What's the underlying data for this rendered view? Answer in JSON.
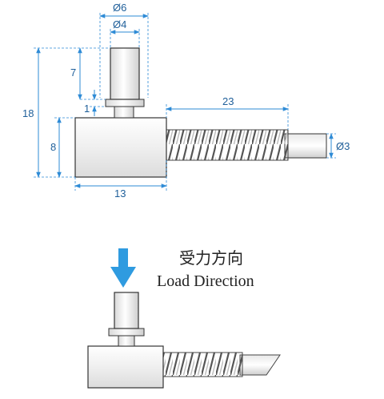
{
  "dimensions": {
    "d6": "Ø6",
    "d4": "Ø4",
    "len7": "7",
    "len1": "1",
    "len18": "18",
    "len8": "8",
    "len23": "23",
    "d3": "Ø3",
    "len13": "13"
  },
  "load_label": {
    "chinese": "受力方向",
    "english": "Load Direction"
  },
  "colors": {
    "dimension": "#2e8bd6",
    "load_arrow": "#2f9be0",
    "body_fill": "#f2f2f2",
    "outline": "#333333"
  },
  "icons": {
    "load_arrow": "down-arrow-icon"
  }
}
